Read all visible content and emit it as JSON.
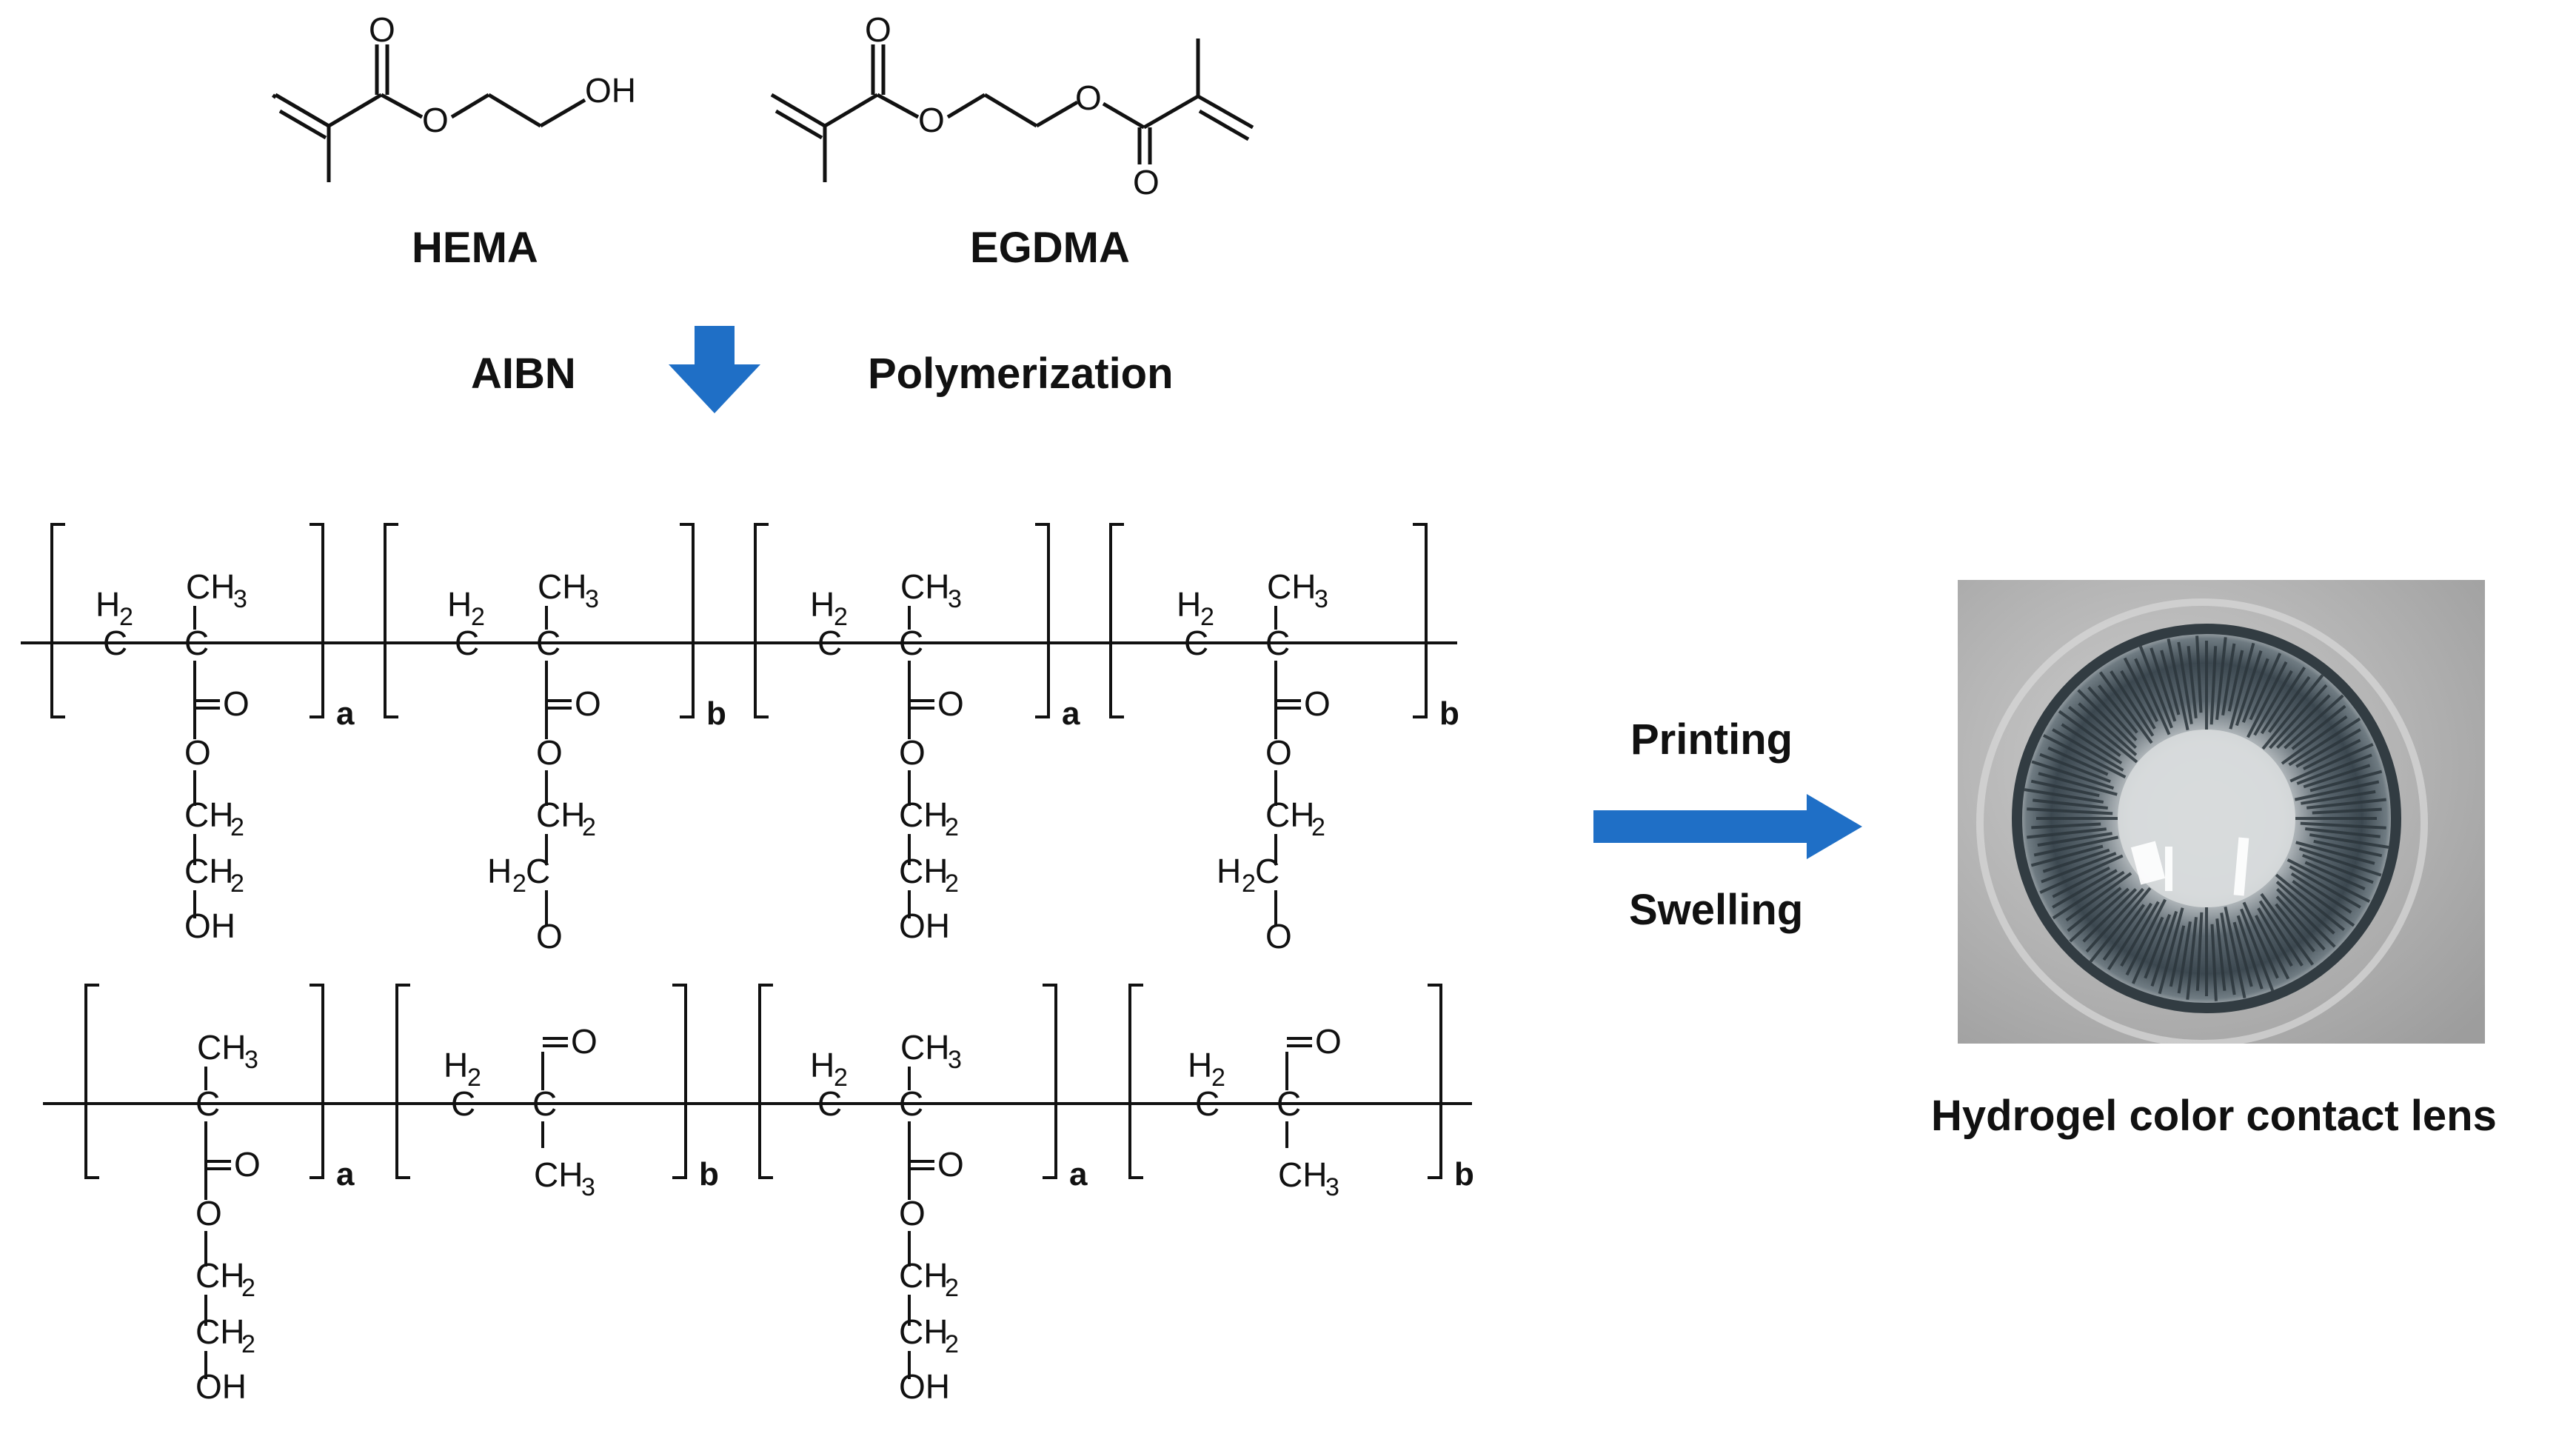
{
  "monomers": {
    "hema_label": "HEMA",
    "egdma_label": "EGDMA",
    "atoms": {
      "oxygen": "O",
      "hydroxyl": "OH"
    }
  },
  "reaction": {
    "initiator": "AIBN",
    "process": "Polymerization",
    "arrow_color": "#1f6fc6"
  },
  "polymer": {
    "atoms": {
      "carbon": "C",
      "methylene": "H2",
      "methyl": "CH3",
      "oxygen": "O",
      "ch2_group": "CH2",
      "h2c_group": "H2C",
      "hydroxyl": "OH"
    },
    "subscripts": [
      "a",
      "b",
      "a",
      "b",
      "a",
      "b",
      "a",
      "b"
    ]
  },
  "process_steps": {
    "step1": "Printing",
    "step2": "Swelling",
    "arrow_color": "#1f6fc6"
  },
  "product": {
    "caption": "Hydrogel color contact lens",
    "photo_icon": "contact-lens-photo"
  }
}
